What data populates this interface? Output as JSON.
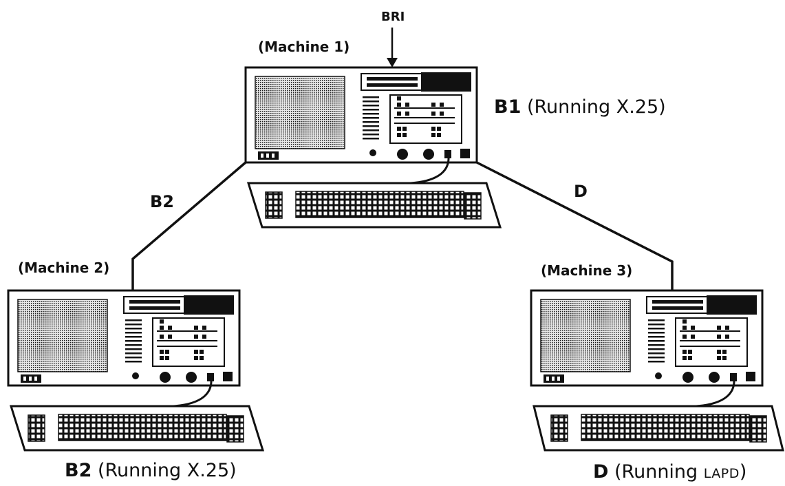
{
  "input_label": "BRI",
  "links": {
    "b2": "B2",
    "d": "D"
  },
  "machines": {
    "m1": {
      "tag": "(Machine 1)",
      "channel": "B1",
      "status_prefix": "(Running",
      "protocol": "X.25)"
    },
    "m2": {
      "tag": "(Machine 2)",
      "channel": "B2",
      "status_prefix": "(Running",
      "protocol": "X.25)"
    },
    "m3": {
      "tag": "(Machine 3)",
      "channel": "D",
      "status_prefix": "(Running",
      "protocol": "LAPD",
      "close": ")"
    }
  }
}
